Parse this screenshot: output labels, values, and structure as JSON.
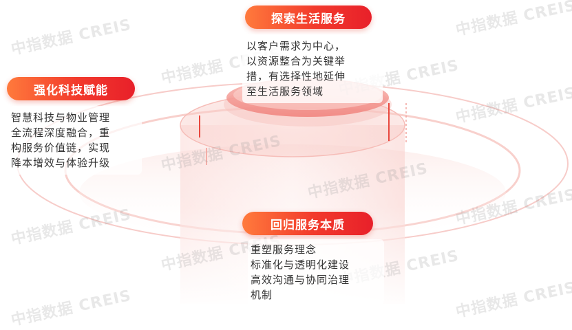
{
  "watermark": "中指数据 CREIS",
  "colors": {
    "accent_start": "#ff7a3c",
    "accent_end": "#e8202a",
    "ring": "#f6b9b5",
    "text": "#333333"
  },
  "sections": [
    {
      "title": "强化科技赋能",
      "lines": [
        "智慧科技与物业管理",
        "全流程深度融合，重",
        "构服务价值链，实现",
        "降本增效与体验升级"
      ]
    },
    {
      "title": "探索生活服务",
      "lines": [
        "以客户需求为中心，",
        "以资源整合为关键举",
        "措，有选择性地延伸",
        "至生活服务领域"
      ]
    },
    {
      "title": "回归服务本质",
      "lines": [
        "重塑服务理念",
        "标准化与透明化建设",
        "高效沟通与协同治理",
        "机制"
      ]
    }
  ]
}
